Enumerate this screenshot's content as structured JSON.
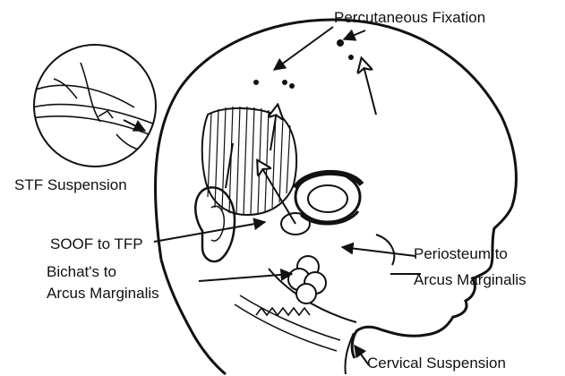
{
  "labels": {
    "percutaneous_fixation": "Percutaneous Fixation",
    "stf_suspension": "STF Suspension",
    "soof_to_tfp": "SOOF to TFP",
    "bichats_line1": "Bichat's to",
    "bichats_line2": "Arcus Marginalis",
    "periosteum_line1": "Periosteum to",
    "periosteum_line2": "Arcus Marginalis",
    "cervical_suspension": "Cervical Suspension"
  },
  "colors": {
    "ink": "#111111",
    "paper": "#ffffff"
  }
}
